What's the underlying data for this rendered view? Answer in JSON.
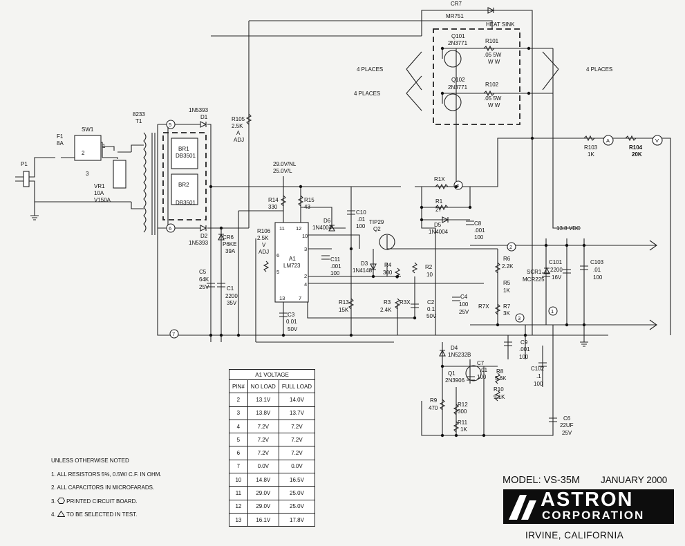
{
  "schematic": {
    "labels": {
      "p1": "P1",
      "f1": "F1",
      "f1_val": "8A",
      "sw1": "SW1",
      "sw_1": "1",
      "sw_2": "2",
      "sw_3": "3",
      "vr1": "VR1",
      "vr1_a": "10A",
      "vr1_b": "V150A",
      "t1_num": "8233",
      "t1": "T1",
      "node5": "5",
      "node6": "6",
      "node7": "7",
      "d1_type": "1N5393",
      "d1": "D1",
      "d2": "D2",
      "d2_type": "1N5393",
      "br1": "BR1",
      "br1_type": "DB3501",
      "br2": "BR2",
      "br2_type": "DB3501",
      "cr6": "CR6",
      "cr6_a": "P6KE",
      "cr6_b": "39A",
      "c5": "C5",
      "c5_a": "64K",
      "c5_b": "25V",
      "c1": "C1",
      "c1_a": "2200",
      "c1_b": "35V",
      "r105": "R105",
      "r105_a": "2.5K",
      "r105_b": "A",
      "r105_c": "ADJ",
      "vnl": "29.0V/NL",
      "vfl": "25.0V/L",
      "r14": "R14",
      "r14_v": "330",
      "r15": "R15",
      "r15_v": "43",
      "r106": "R106",
      "r106_a": "2.5K",
      "r106_b": "V",
      "r106_c": "ADJ",
      "a1": "A1",
      "a1_type": "LM723",
      "p11": "11",
      "p12": "12",
      "p10": "10",
      "p3": "3",
      "p2": "2",
      "p4": "4",
      "p6": "6",
      "p5": "5",
      "p13": "13",
      "p7": "7",
      "c3": "C3",
      "c3_a": "0.01",
      "c3_b": "50V",
      "d6": "D6",
      "d6_type": "1N4004",
      "c10": "C10",
      "c10_a": ".01",
      "c10_b": "100",
      "c11": "C11",
      "c11_a": ".001",
      "c11_b": "100",
      "tip29": "TIP29",
      "q2": "Q2",
      "d3": "D3",
      "d3_type": "1N4148",
      "r4": "R4",
      "r4_v": "300",
      "r2": "R2",
      "r2_v": "10",
      "r13": "R13",
      "r13_v": "15K",
      "r3": "R3",
      "r3_v": "2.4K",
      "r3x": "R3X",
      "c2": "C2",
      "c2_a": "0.1",
      "c2_b": "50V",
      "c4": "C4",
      "c4_a": "100",
      "c4_b": "25V",
      "r1x": "R1X",
      "node4": "4",
      "r1": "R1",
      "r1_v": "27",
      "d5": "D5",
      "d5_type": "1N4004",
      "c8": "C8",
      "c8_a": ".001",
      "c8_b": "100",
      "cr7": "CR7",
      "mr751": "MR751",
      "heat_sink": "HEAT SINK",
      "q101": "Q101",
      "q101_type": "2N3771",
      "q102": "Q102",
      "q102_type": "2N3771",
      "r101": "R101",
      "r101_a": ".05  5W",
      "r101_b": "W W",
      "r102": "R102",
      "r102_a": ".05  5W",
      "r102_b": "W W",
      "places_l1": "4 PLACES",
      "places_l2": "4 PLACES",
      "places_r": "4 PLACES",
      "r103": "R103",
      "r103_v": "1K",
      "meter_a": "A",
      "meter_v": "V",
      "r104": "R104",
      "r104_v": "20K",
      "vout": "13.8 VDC",
      "node2": "2",
      "node3": "3",
      "node1": "1",
      "r6": "R6",
      "r6_v": "2.2K",
      "r5": "R5",
      "r5_v": "1K",
      "r7x": "R7X",
      "r7": "R7",
      "r7_v": "3K",
      "scr1": "SCR1",
      "scr1_type": "MCR225",
      "c101": "C101",
      "c101_a": "2200",
      "c101_b": "16V",
      "c103": "C103",
      "c103_a": ".01",
      "c103_b": "100",
      "c9": "C9",
      "c9_a": ".001",
      "c9_b": "100",
      "c102": "C102",
      "c102_a": ".1",
      "c102_b": "100",
      "d4": "D4",
      "d4_type": "1N5232B",
      "q1": "Q1",
      "q1_type": "2N3906",
      "c7": "C7",
      "c7_a": ".01",
      "c7_b": "100",
      "r8": "R8",
      "r8_v": "5.6K",
      "r10": "R10",
      "r10_v": "9.1K",
      "r9": "R9",
      "r9_v": "470",
      "r12": "R12",
      "r12_v": "300",
      "r11": "R11",
      "r11_v": "1K",
      "c6": "C6",
      "c6_a": "22UF",
      "c6_b": "25V"
    }
  },
  "voltage_table": {
    "title": "A1 VOLTAGE",
    "headers": [
      "PIN#",
      "NO LOAD",
      "FULL LOAD"
    ],
    "rows": [
      [
        "2",
        "13.1V",
        "14.0V"
      ],
      [
        "3",
        "13.8V",
        "13.7V"
      ],
      [
        "4",
        "7.2V",
        "7.2V"
      ],
      [
        "5",
        "7.2V",
        "7.2V"
      ],
      [
        "6",
        "7.2V",
        "7.2V"
      ],
      [
        "7",
        "0.0V",
        "0.0V"
      ],
      [
        "10",
        "14.8V",
        "16.5V"
      ],
      [
        "11",
        "29.0V",
        "25.0V"
      ],
      [
        "12",
        "29.0V",
        "25.0V"
      ],
      [
        "13",
        "16.1V",
        "17.8V"
      ]
    ]
  },
  "notes": {
    "heading": "UNLESS OTHERWISE NOTED",
    "items": [
      "1. ALL RESISTORS 5%, 0.5W/ C.F. IN OHM.",
      "2. ALL CAPACITORS IN MICROFARADS.",
      "3.",
      "4."
    ],
    "item3_text": "PRINTED CIRCUIT BOARD.",
    "item4_text": "TO BE SELECTED IN TEST."
  },
  "title_block": {
    "model": "MODEL: VS-35M",
    "date": "JANUARY 2000",
    "brand": "ASTRON",
    "brand_sub": "CORPORATION",
    "city": "IRVINE, CALIFORNIA"
  }
}
